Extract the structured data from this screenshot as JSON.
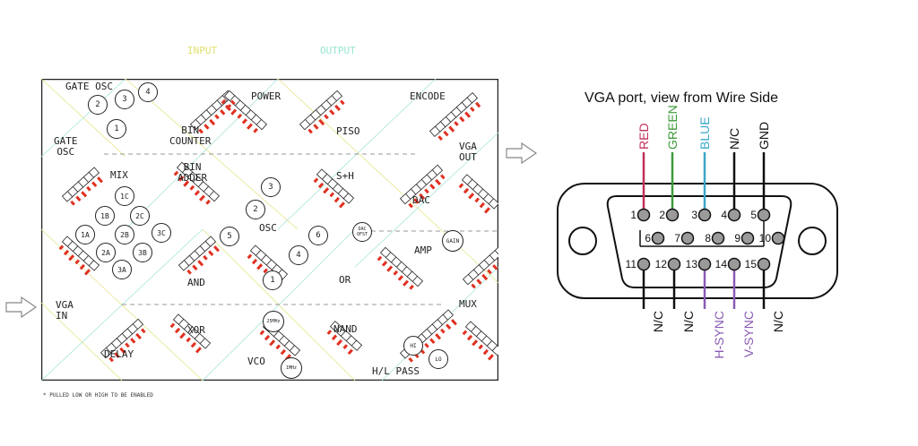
{
  "legend": {
    "input_label": "INPUT",
    "input_color": "#e8e87a",
    "output_label": "OUTPUT",
    "output_color": "#9be8d6"
  },
  "board": {
    "footnote": "* PULLED LOW OR HIGH TO BE ENABLED",
    "modules": {
      "gate_osc_top": "GATE OSC",
      "gate_osc_left": "GATE\nOSC",
      "power": "POWER",
      "encode": "ENCODE",
      "bin_counter": "BIN\nCOUNTER",
      "piso": "PISO",
      "vga_out": "VGA\nOUT",
      "mix": "MIX",
      "bin_adder": "BIN\nADDER",
      "s_h": "S+H",
      "dac": "DAC",
      "osc": "OSC",
      "amp": "AMP",
      "and": "AND",
      "or": "OR",
      "vga_in": "VGA\nIN",
      "mux": "MUX",
      "xor": "XOR",
      "nand": "NAND",
      "delay": "DELAY",
      "vco": "VCO",
      "hl_pass": "H/L PASS"
    },
    "knobs": {
      "gate_osc": [
        "2",
        "3",
        "4",
        "1"
      ],
      "mix": [
        "1C",
        "1B",
        "2C",
        "1A",
        "2B",
        "3C",
        "2A",
        "3B",
        "3A"
      ],
      "osc": [
        "3",
        "2",
        "5",
        "6",
        "4",
        "1"
      ],
      "dac_ofst": "DAC\nOFST",
      "gain": "GAIN",
      "vco": [
        "25MHz",
        "1MHz"
      ],
      "hl": [
        "HI",
        "LO"
      ]
    }
  },
  "vga": {
    "title": "VGA port, view from Wire Side",
    "pins_top": [
      {
        "num": "1",
        "label": "RED",
        "color": "#c0305a"
      },
      {
        "num": "2",
        "label": "GREEN",
        "color": "#3f9a3a"
      },
      {
        "num": "3",
        "label": "BLUE",
        "color": "#3aa7c8"
      },
      {
        "num": "4",
        "label": "N/C",
        "color": "#111111"
      },
      {
        "num": "5",
        "label": "GND",
        "color": "#111111"
      }
    ],
    "pins_mid": [
      "6",
      "7",
      "8",
      "9",
      "10"
    ],
    "pins_bottom": [
      {
        "num": "11",
        "label": "N/C",
        "color": "#111111"
      },
      {
        "num": "12",
        "label": "N/C",
        "color": "#111111"
      },
      {
        "num": "13",
        "label": "H-SYNC",
        "color": "#8a5bb5"
      },
      {
        "num": "14",
        "label": "V-SYNC",
        "color": "#8a5bb5"
      },
      {
        "num": "15",
        "label": "N/C",
        "color": "#111111"
      }
    ]
  }
}
